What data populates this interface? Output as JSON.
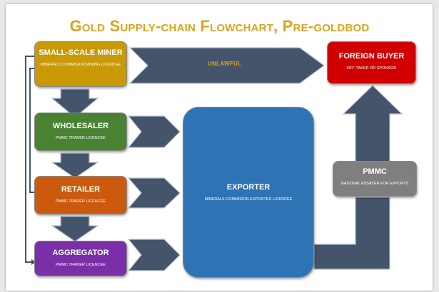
{
  "title": "Gold Supply-chain Flowchart, Pre-goldbod",
  "nodes": {
    "small_scale_miner": {
      "name": "SMALL-SCALE MINER",
      "sub": "MINERALS COMMISION MINING LICENCEE",
      "color": "#c99a06"
    },
    "wholesaler": {
      "name": "WHOLESALER",
      "sub": "PMMC TRADER LICENCEE",
      "color": "#4a8233"
    },
    "retailer": {
      "name": "RETAILER",
      "sub": "PMMC TRADER LICENCEE",
      "color": "#cc5a0e"
    },
    "aggregator": {
      "name": "AGGREGATOR",
      "sub": "PMMC TRADER LICENCEE",
      "color": "#7a2fa8"
    },
    "exporter": {
      "name": "EXPORTER",
      "sub": "MINERALS COMMISION EXPORTER LICENCEE",
      "color": "#2e74b5"
    },
    "pmmc": {
      "name": "PMMC",
      "sub": "NATIONAL ASSAYER FOR EXPORTS",
      "color": "#7f7f7f"
    },
    "foreign_buyer": {
      "name": "FOREIGN BUYER",
      "sub": "OFF-TAKER OR SPONSOR",
      "color": "#d10000"
    }
  },
  "edges": {
    "unlawful_label": "UNLAWFUL"
  },
  "colors": {
    "arrow_fill": "#44546a",
    "arrow_stroke": "#b8c4d0",
    "accent": "#d9a41d"
  }
}
